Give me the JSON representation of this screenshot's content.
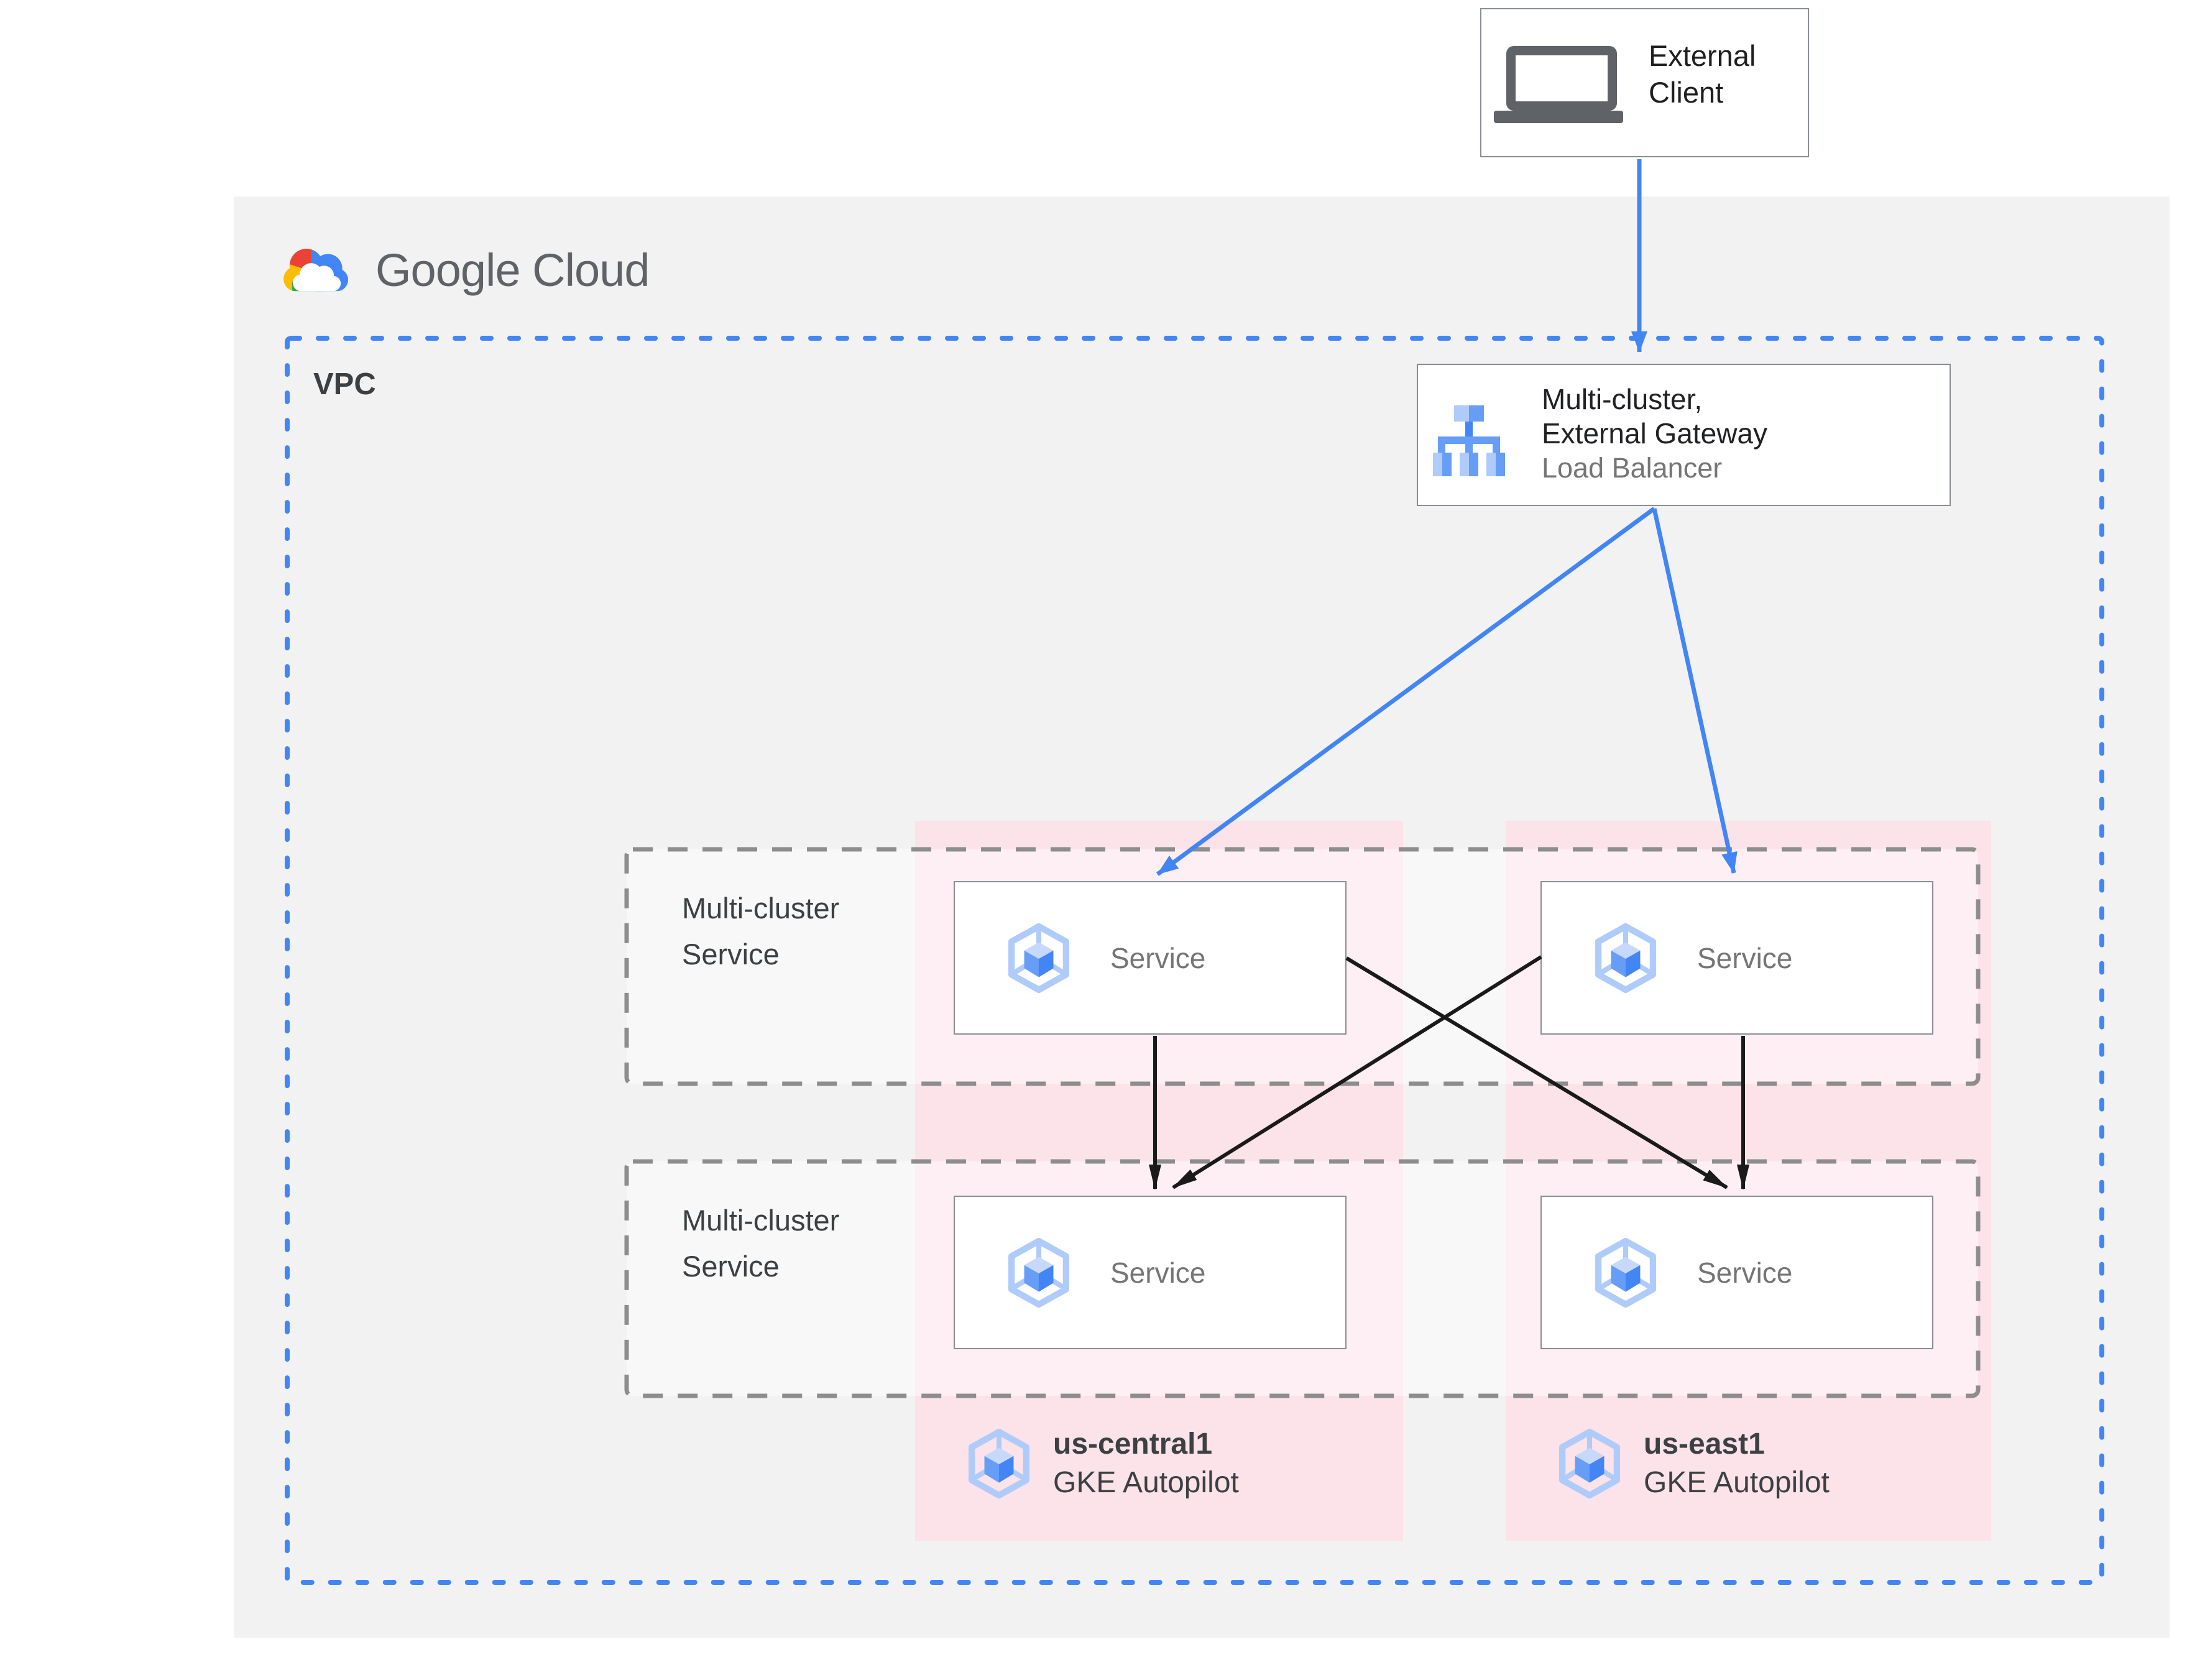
{
  "logo": {
    "text": "Google Cloud"
  },
  "external_client": {
    "label": "External Client"
  },
  "vpc": {
    "label": "VPC"
  },
  "load_balancer": {
    "title_line1": "Multi-cluster,",
    "title_line2": "External Gateway",
    "subtitle": "Load Balancer"
  },
  "service_rows": [
    {
      "label": "Multi-cluster Service",
      "services": [
        {
          "label": "Service"
        },
        {
          "label": "Service"
        }
      ]
    },
    {
      "label": "Multi-cluster Service",
      "services": [
        {
          "label": "Service"
        },
        {
          "label": "Service"
        }
      ]
    }
  ],
  "regions": [
    {
      "name": "us-central1",
      "platform": "GKE Autopilot"
    },
    {
      "name": "us-east1",
      "platform": "GKE Autopilot"
    }
  ],
  "colors": {
    "accent_blue": "#4285F4",
    "panel_gray": "#F2F2F3",
    "region_pink": "#FCE2E9",
    "dashed_gray": "#8D8D8D",
    "text_dark": "#202124",
    "text_gray": "#757575",
    "icon_blue_light": "#AECBFA",
    "icon_blue_mid": "#669DF6",
    "icon_blue_dark": "#4285F4",
    "google_red": "#EA4335",
    "google_yellow": "#FBBC05",
    "google_green": "#34A853",
    "google_blue": "#4285F4"
  }
}
